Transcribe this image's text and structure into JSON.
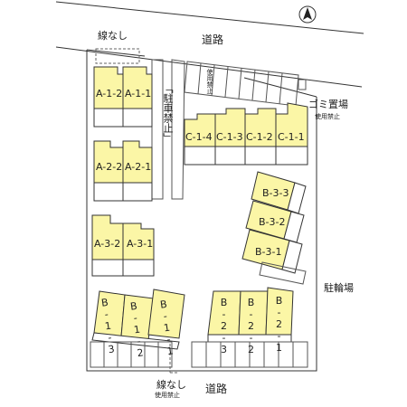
{
  "labels": {
    "road_top": "道路",
    "road_bottom": "道路",
    "no_line_top": "線なし",
    "no_line_bottom": "線なし",
    "no_use_bottom": "使用禁止",
    "no_use_top": "使用禁止",
    "no_parking": "「駐車禁止」",
    "garbage": "ゴミ置場",
    "garbage_no_use": "使用禁止",
    "bicycle": "駐輪場"
  },
  "units": {
    "A11": "A-1-1",
    "A12": "A-1-2",
    "A21": "A-2-1",
    "A22": "A-2-2",
    "A31": "A-3-1",
    "A32": "A-3-2",
    "C11": "C-1-1",
    "C12": "C-1-2",
    "C13": "C-1-3",
    "C14": "C-1-4",
    "B31": "B-3-1",
    "B32": "B-3-2",
    "B33": "B-3-3",
    "B11": "B-1-1",
    "B12": "B-1-2",
    "B13": "B-1-3",
    "B21": "B-2-1",
    "B22": "B-2-2",
    "B23": "B-2-3"
  },
  "colors": {
    "building": "#fbf6a6",
    "outline": "#333333",
    "stroke": "#555555"
  },
  "icons": {
    "compass": "north-arrow-icon"
  }
}
